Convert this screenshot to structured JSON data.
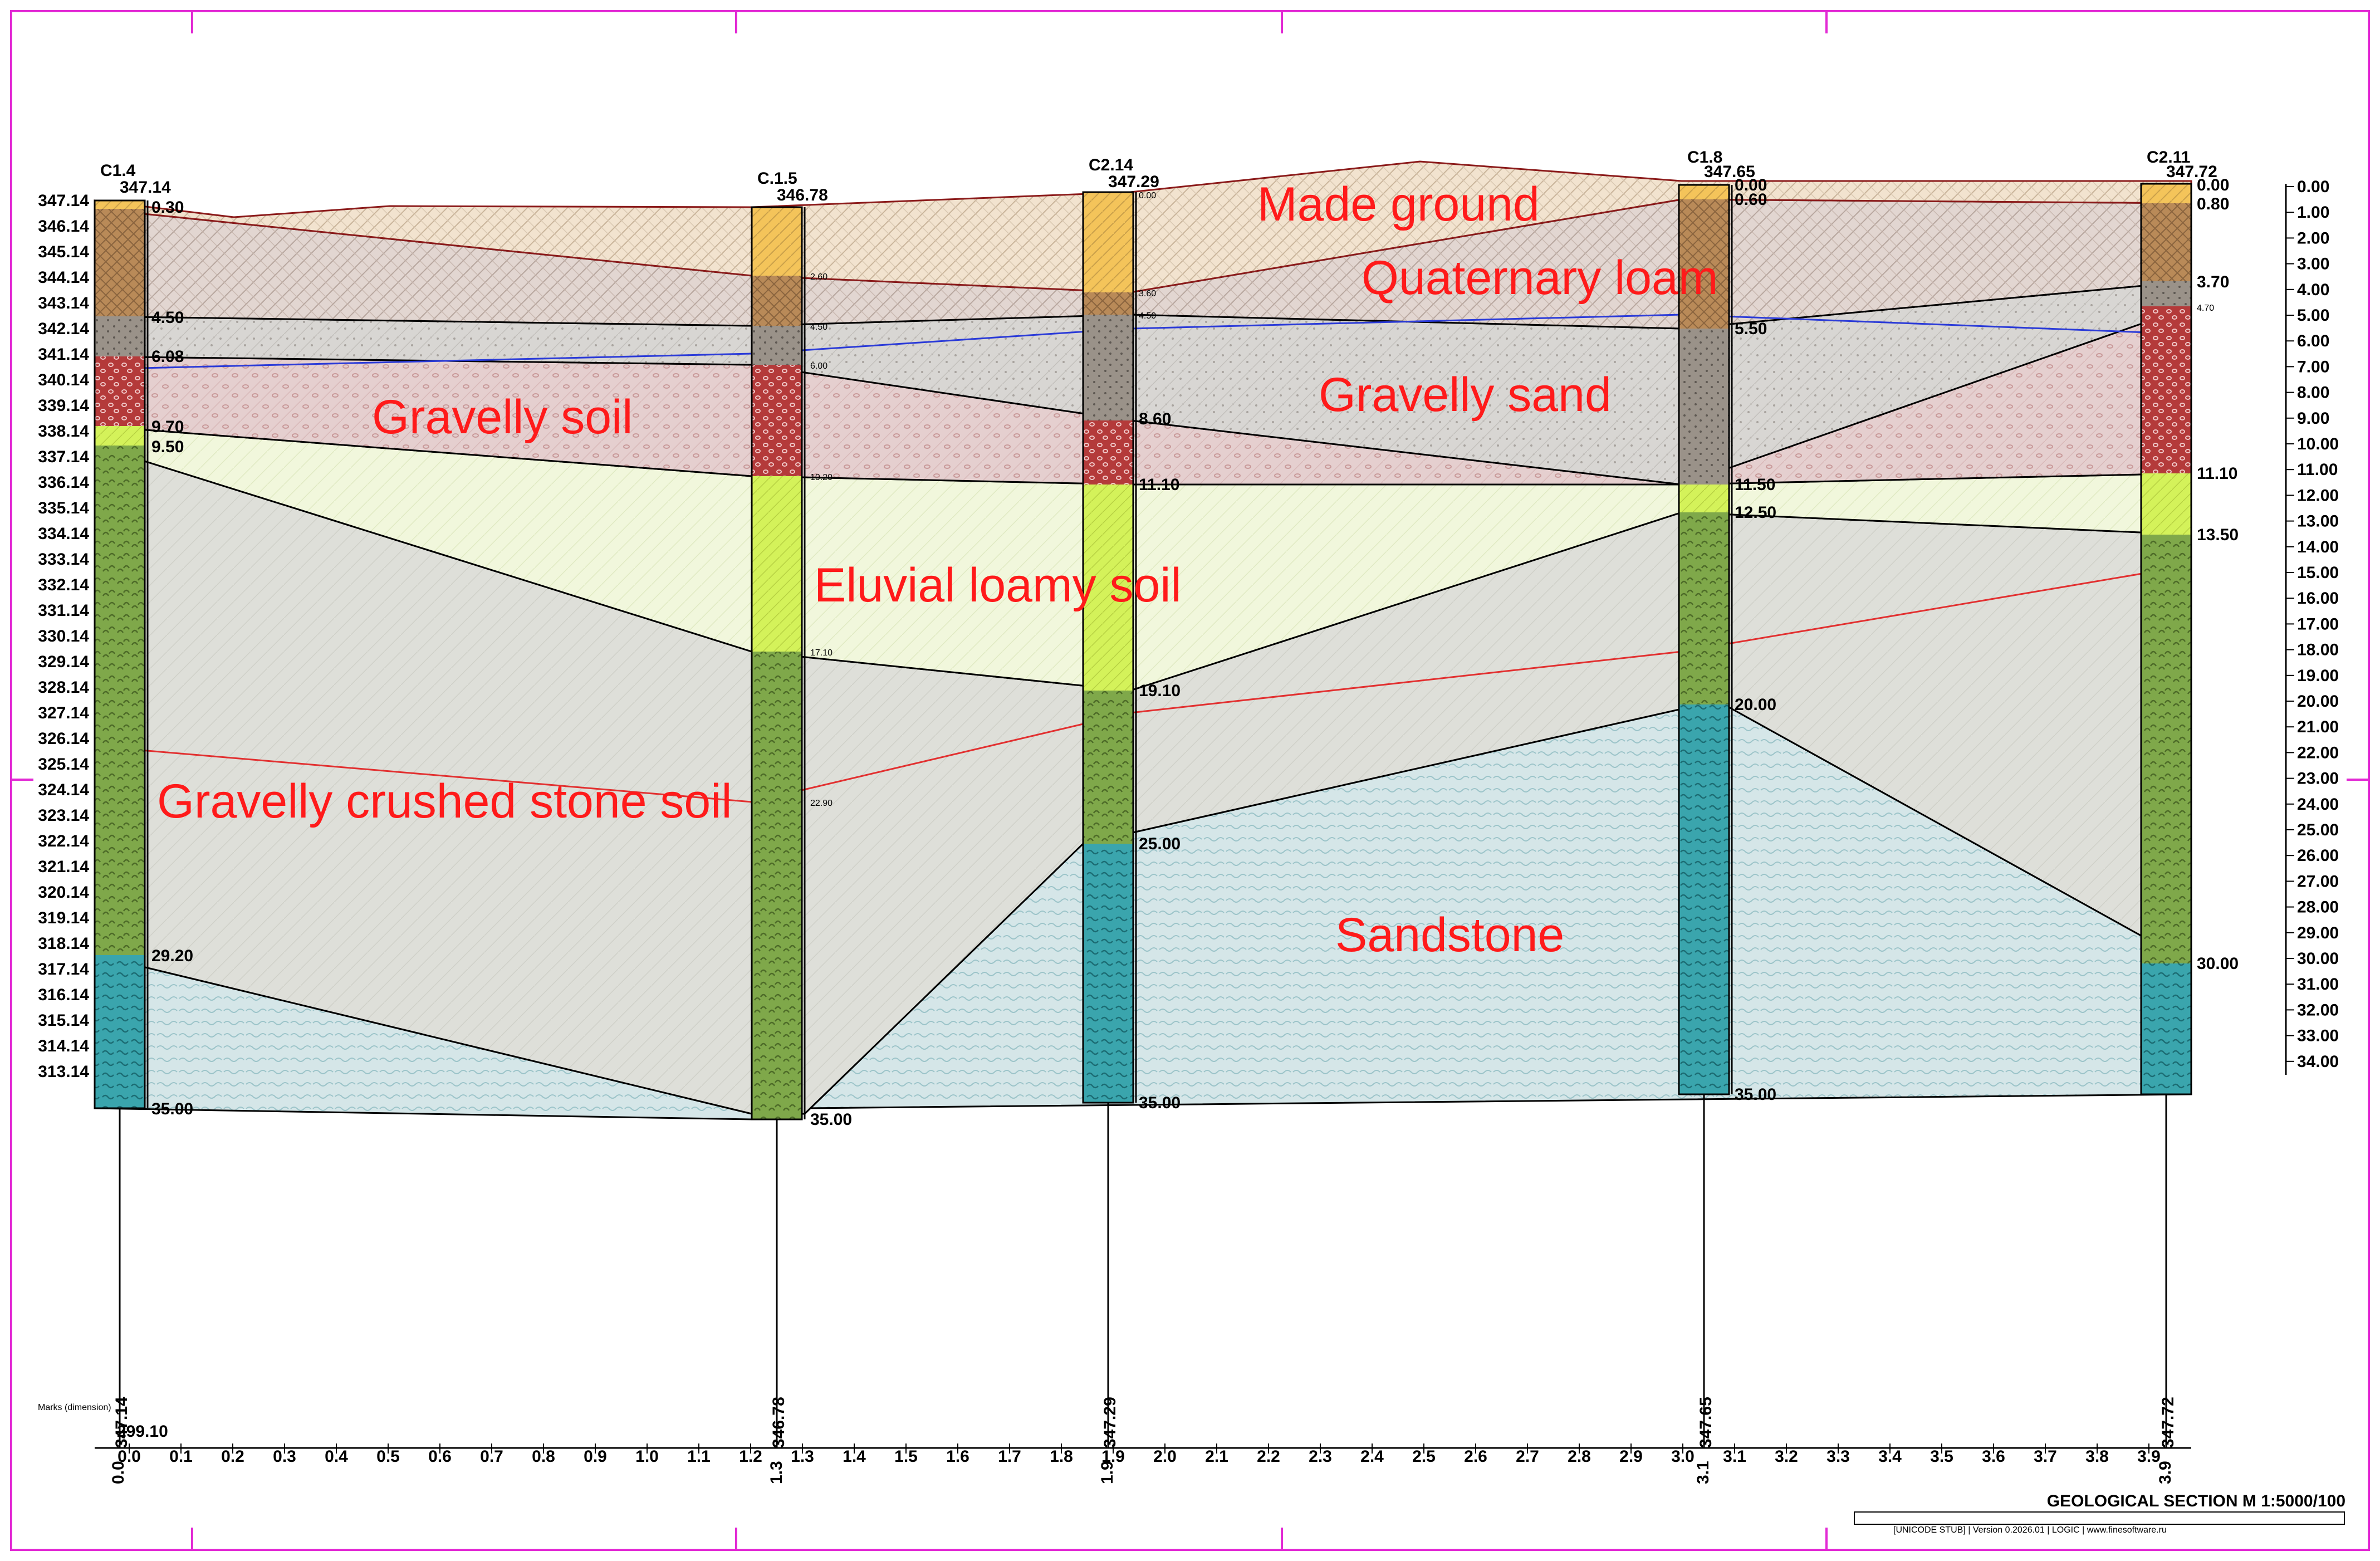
{
  "title": "GEOLOGICAL SECTION M 1:5000/100",
  "footer_fine": "[UNICODE STUB] | Version 0.2026.01 | LOGIC | www.finesoftware.ru",
  "datum_label": "Marks (dimension)",
  "datum_value": "299.10",
  "colors": {
    "made_ground": "#f4c45a",
    "quaternary_loam": "#b98a58",
    "gravelly_sand": "#9a9289",
    "gravelly_soil": "#b43a3a",
    "eluvial_loamy_soil": "#d4f25a",
    "gravelly_crushed_stone_soil": "#7fa84a",
    "sandstone": "#3aa5ad",
    "frame": "#e22ad4"
  },
  "layer_labels": [
    "Made ground",
    "Quaternary loam",
    "Gravelly soil",
    "Gravelly sand",
    "Eluvial loamy soil",
    "Gravelly crushed stone soil",
    "Sandstone"
  ],
  "elev_ticks": [
    "347.14",
    "346.14",
    "345.14",
    "344.14",
    "343.14",
    "342.14",
    "341.14",
    "340.14",
    "339.14",
    "338.14",
    "337.14",
    "336.14",
    "335.14",
    "334.14",
    "333.14",
    "332.14",
    "331.14",
    "330.14",
    "329.14",
    "328.14",
    "327.14",
    "326.14",
    "325.14",
    "324.14",
    "323.14",
    "322.14",
    "321.14",
    "320.14",
    "319.14",
    "318.14",
    "317.14",
    "316.14",
    "315.14",
    "314.14",
    "313.14"
  ],
  "depth_ticks": [
    "0.00",
    "1.00",
    "2.00",
    "3.00",
    "4.00",
    "5.00",
    "6.00",
    "7.00",
    "8.00",
    "9.00",
    "10.00",
    "11.00",
    "12.00",
    "13.00",
    "14.00",
    "15.00",
    "16.00",
    "17.00",
    "18.00",
    "19.00",
    "20.00",
    "21.00",
    "22.00",
    "23.00",
    "24.00",
    "25.00",
    "26.00",
    "27.00",
    "28.00",
    "29.00",
    "30.00",
    "31.00",
    "32.00",
    "33.00",
    "34.00"
  ],
  "distance_ticks": [
    "0.0",
    "0.1",
    "0.2",
    "0.3",
    "0.4",
    "0.5",
    "0.6",
    "0.7",
    "0.8",
    "0.9",
    "1.0",
    "1.1",
    "1.2",
    "1.3",
    "1.4",
    "1.5",
    "1.6",
    "1.7",
    "1.8",
    "1.9",
    "2.0",
    "2.1",
    "2.2",
    "2.3",
    "2.4",
    "2.5",
    "2.6",
    "2.7",
    "2.8",
    "2.9",
    "3.0",
    "3.1",
    "3.2",
    "3.3",
    "3.4",
    "3.5",
    "3.6",
    "3.7",
    "3.8",
    "3.9"
  ],
  "boreholes": [
    {
      "id": "C1.4",
      "elevation": "347.14",
      "depth_labels": [
        "0.30",
        "4.50",
        "6.08",
        "9.70",
        "9.50",
        "29.20",
        "35.00"
      ]
    },
    {
      "id": "C.1.5",
      "elevation": "346.78",
      "depth_labels": [
        "2.60",
        "4.50",
        "6.00",
        "10.20",
        "17.10",
        "22.90",
        "35.00"
      ]
    },
    {
      "id": "C2.14",
      "elevation": "347.29",
      "depth_labels": [
        "0.00",
        "3.60",
        "4.50",
        "8.60",
        "11.10",
        "19.10",
        "25.00",
        "35.00"
      ]
    },
    {
      "id": "C1.8",
      "elevation": "347.65",
      "depth_labels": [
        "0.00",
        "0.60",
        "5.50",
        "11.50",
        "12.50",
        "20.00",
        "35.00"
      ]
    },
    {
      "id": "C2.11",
      "elevation": "347.72",
      "depth_labels": [
        "0.00",
        "0.80",
        "3.70",
        "4.70",
        "11.10",
        "13.50",
        "30.00"
      ]
    }
  ],
  "borehole_bottom_labels": [
    "347.14",
    "346.78",
    "347.29",
    "347.65",
    "347.72"
  ],
  "borehole_distance_labels": [
    "0.0",
    "1.3",
    "1.9",
    "3.1",
    "3.9"
  ]
}
